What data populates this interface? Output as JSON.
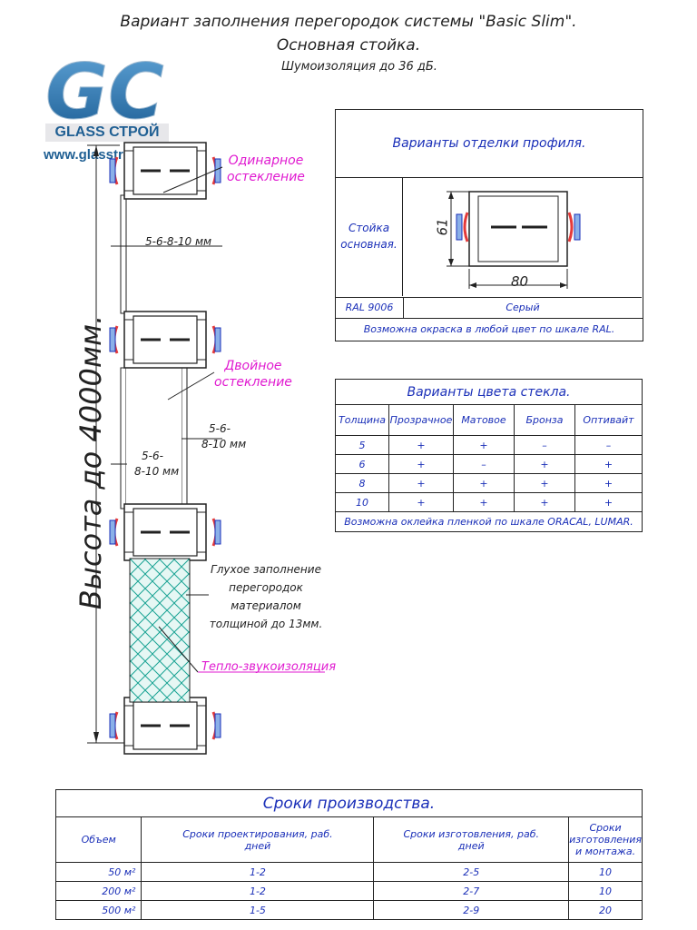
{
  "header": {
    "title_line1": "Вариант заполнения перегородок системы \"Basic Slim\".",
    "title_line2": "Основная стойка.",
    "title_line3": "Шумоизоляция до 36 дБ."
  },
  "logo": {
    "letters": "GC",
    "brand": "GLASS СТРОЙ",
    "url": "www.glasstroy.ru"
  },
  "drawing": {
    "height_label": "Высота до 4000мм.",
    "single_glazing": [
      "Одинарное",
      "остекление"
    ],
    "double_glazing": [
      "Двойное",
      "остекление"
    ],
    "gap_top": "5-6-8-10 мм",
    "gap_right": [
      "5-6-",
      "8-10 мм"
    ],
    "gap_left": [
      "5-6-",
      "8-10 мм"
    ],
    "blind_fill": [
      "Глухое заполнение",
      "перегородок",
      "материалом",
      "толщиной до 13мм."
    ],
    "insulation": "Тепло-звукоизоляция"
  },
  "profile_table": {
    "title": "Варианты отделки профиля.",
    "row_label": [
      "Стойка",
      "основная."
    ],
    "dim_height": "61",
    "dim_width": "80",
    "ral": "RAL 9006",
    "color": "Серый",
    "note": "Возможна окраска в любой цвет по шкале RAL."
  },
  "glass_table": {
    "title": "Варианты цвета стекла.",
    "headers": [
      "Толщина",
      "Прозрачное",
      "Матовое",
      "Бронза",
      "Оптивайт"
    ],
    "rows": [
      [
        "5",
        "+",
        "+",
        "–",
        "–"
      ],
      [
        "6",
        "+",
        "–",
        "+",
        "+"
      ],
      [
        "8",
        "+",
        "+",
        "+",
        "+"
      ],
      [
        "10",
        "+",
        "+",
        "+",
        "+"
      ]
    ],
    "note": "Возможна оклейка пленкой по шкале ORACAL, LUMAR."
  },
  "production_table": {
    "title": "Сроки производства.",
    "headers": [
      "Объем",
      "Сроки проектирования, раб. дней",
      "Сроки изготовления, раб. дней",
      "Сроки изготовления и монтажа."
    ],
    "rows": [
      [
        "50 м²",
        "1-2",
        "2-5",
        "10"
      ],
      [
        "200 м²",
        "1-2",
        "2-7",
        "10"
      ],
      [
        "500 м²",
        "1-5",
        "2-9",
        "20"
      ]
    ]
  }
}
